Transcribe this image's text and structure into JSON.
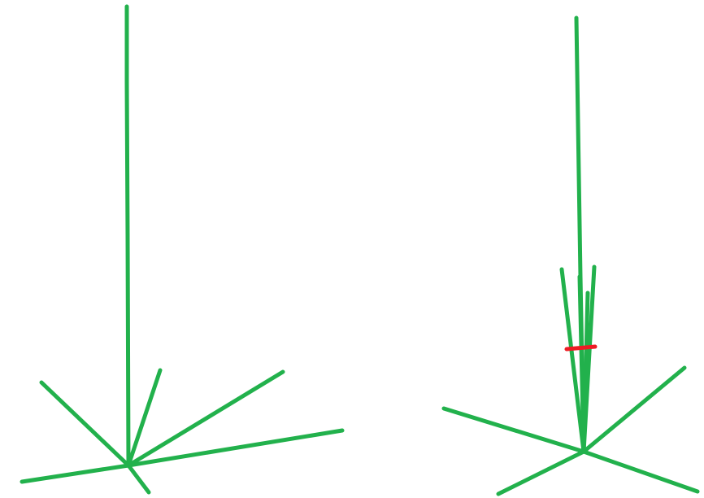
{
  "colors": {
    "stem": "#22b14c",
    "marker": "#ed1c24",
    "background": "#ffffff"
  },
  "figures": [
    {
      "name": "left-plant",
      "description_shape": "tall stem with splayed branches at base"
    },
    {
      "name": "right-plant",
      "description_shape": "tall stem with bundled leaves tied by a red band"
    }
  ]
}
